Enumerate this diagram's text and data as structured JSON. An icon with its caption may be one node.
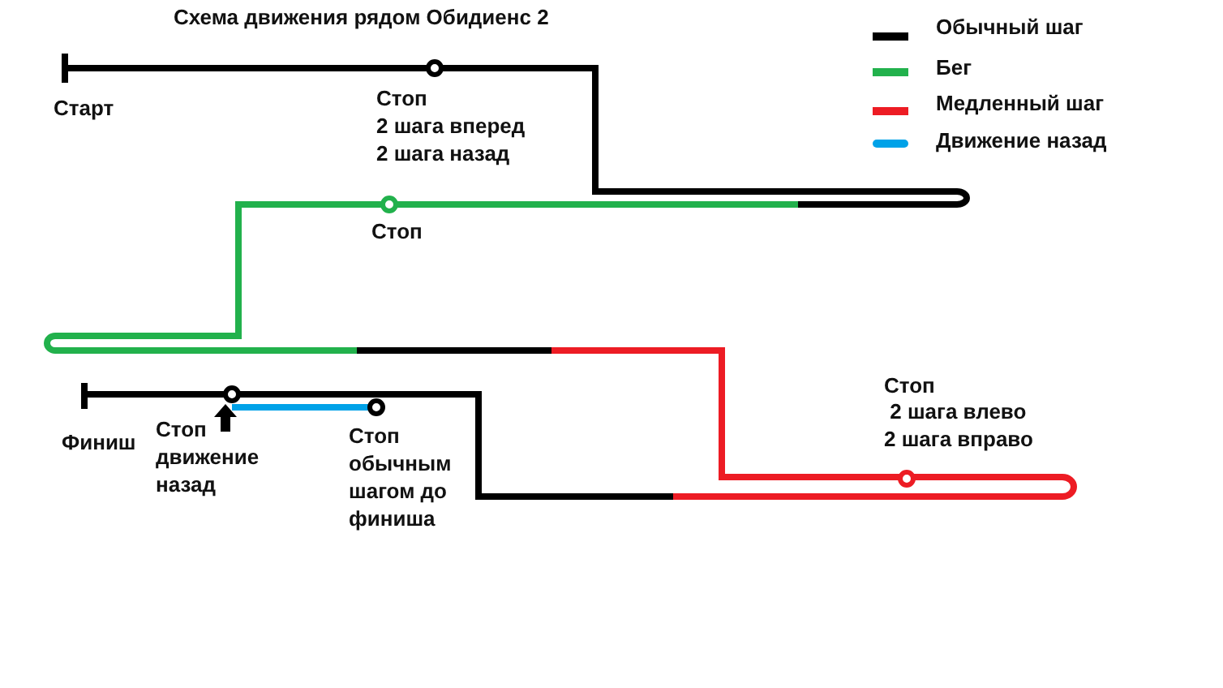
{
  "diagram": {
    "title": "Схема движения рядом Обидиенс 2",
    "labels": [
      "Старт",
      "Стоп",
      "2 шага вперед",
      "2 шага назад",
      "Стоп",
      "Финиш",
      "Стоп движение назад",
      "Стоп обычным шагом до финиша",
      "Стоп",
      " 2 шага влево",
      "2 шага вправо"
    ],
    "legend": [
      {
        "text": "Обычный шаг",
        "color": "#000000"
      },
      {
        "text": "Бег",
        "color": "#22b14c"
      },
      {
        "text": "Медленный шаг",
        "color": "#ed1c24"
      },
      {
        "text": "Движение назад",
        "color": "#00a2e8"
      }
    ]
  }
}
